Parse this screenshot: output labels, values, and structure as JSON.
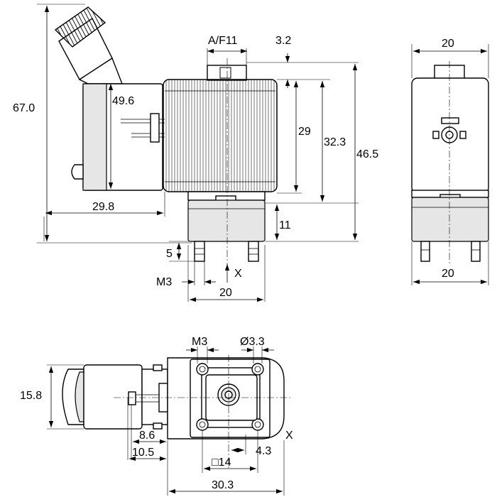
{
  "dimensions": {
    "side": {
      "height_overall": "67.0",
      "connector_height": "49.6",
      "connector_offset": "29.8",
      "across_flats": "A/F11",
      "stem_height": "3.2",
      "coil_height": "29",
      "coil_total": "32.3",
      "total_height": "46.5",
      "body_height": "11",
      "stud_length": "5",
      "thread": "M3",
      "port": "X",
      "body_width": "20"
    },
    "end": {
      "top_width": "20",
      "bottom_width": "20"
    },
    "top": {
      "thread": "M3",
      "hole_diameter": "Ø3.3",
      "connector_width": "15.8",
      "pin_offset_1": "8.6",
      "pin_offset_2": "10.5",
      "square_pattern": "□14",
      "port_offset": "4.3",
      "total_length": "30.3",
      "port": "X"
    }
  }
}
